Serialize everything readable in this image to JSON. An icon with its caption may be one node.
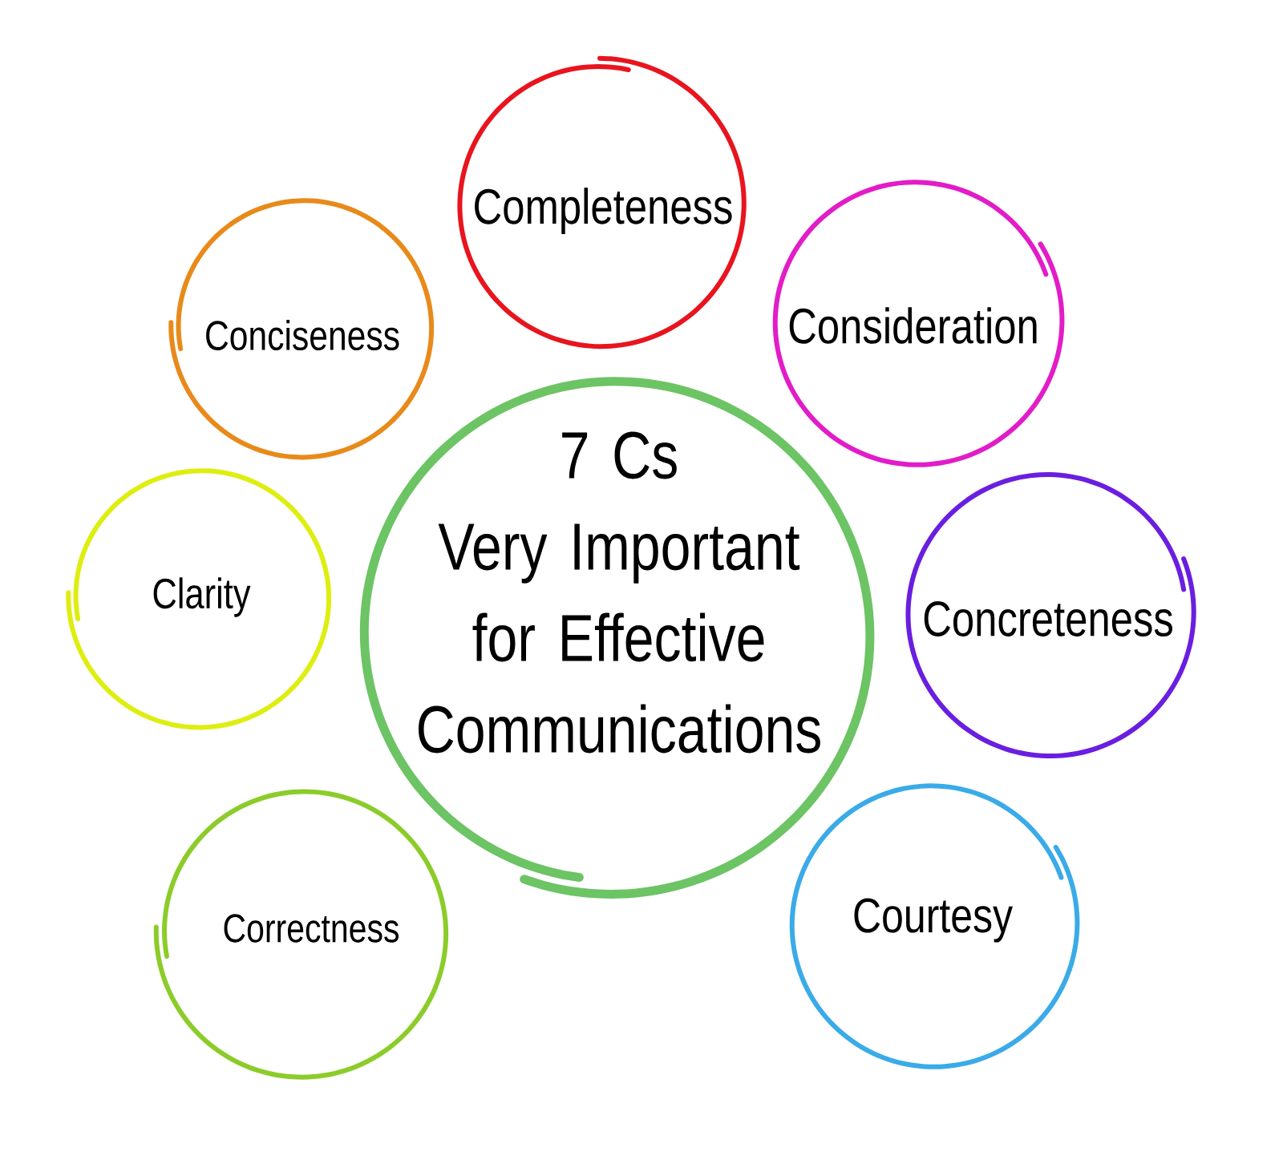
{
  "diagram": {
    "nodes": [
      {
        "text": [
          "7 Cs",
          "Very Important for Effective Communications"
        ]
      },
      {
        "text": [
          "Completeness"
        ]
      },
      {
        "text": [
          "Consideration"
        ]
      },
      {
        "text": [
          "Concreteness"
        ]
      },
      {
        "text": [
          "Courtesy"
        ]
      },
      {
        "text": [
          "Correctness"
        ]
      },
      {
        "text": [
          "Clarity"
        ]
      },
      {
        "text": [
          "Conciseness"
        ]
      }
    ]
  }
}
